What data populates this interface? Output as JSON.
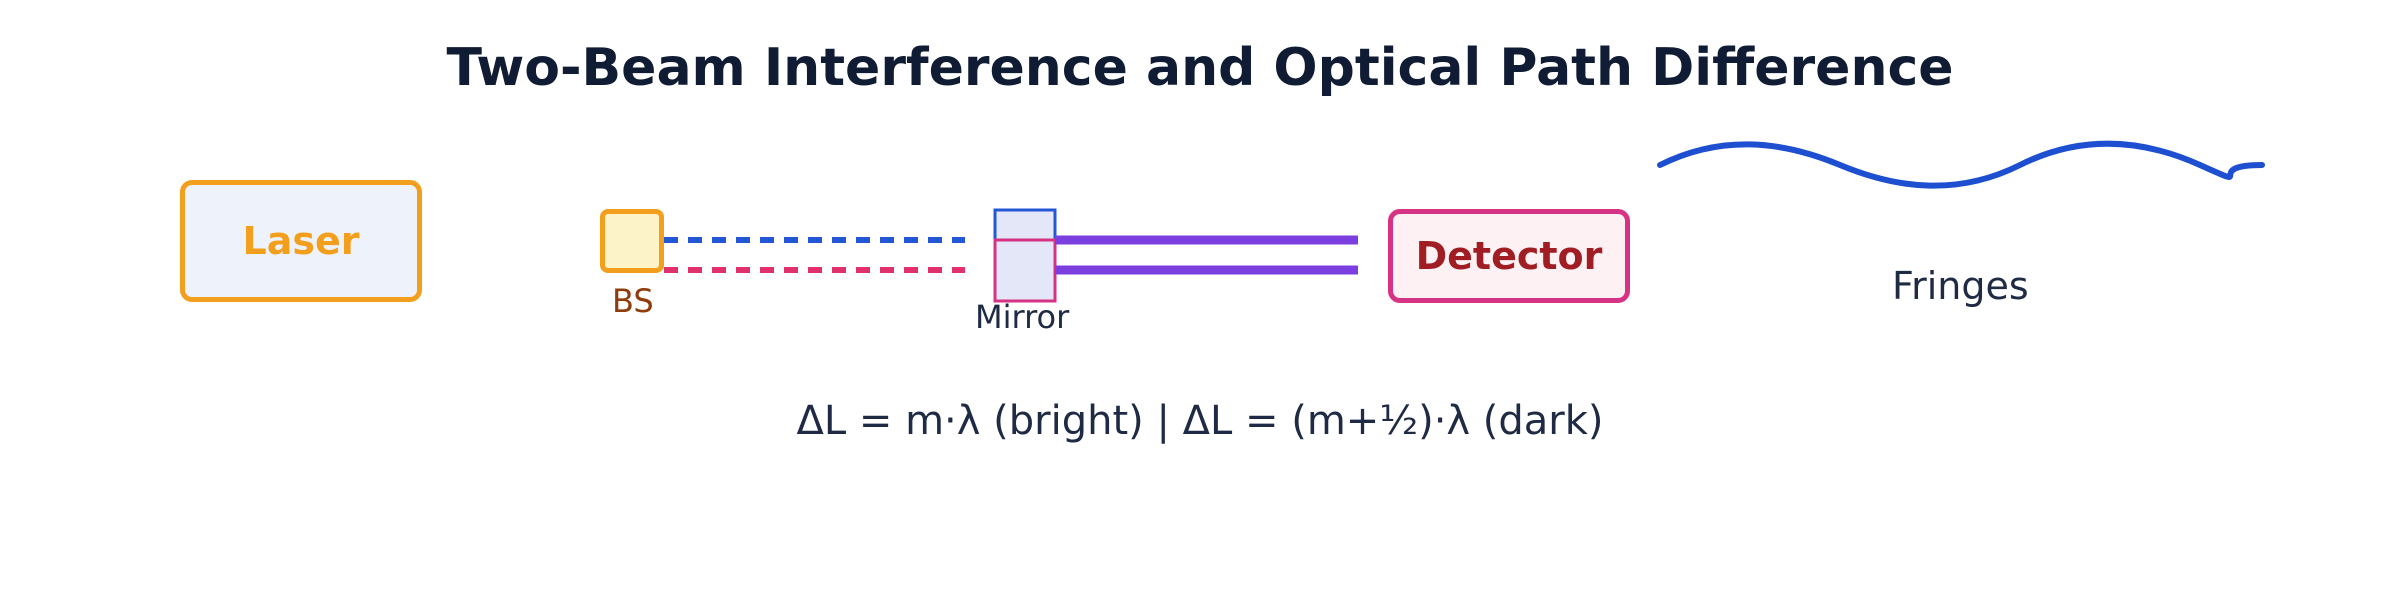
{
  "title": "Two-Beam Interference and Optical Path Difference",
  "components": {
    "laser": "Laser",
    "beam_splitter": "BS",
    "mirror": "Mirror",
    "detector": "Detector",
    "fringes": "Fringes"
  },
  "equation": "ΔL = m·λ (bright) | ΔL = (m+½)·λ (dark)",
  "colors": {
    "title": "#0f1c33",
    "laser": "#f29f1e",
    "beam_blue": "#2457d6",
    "beam_pink": "#e0316d",
    "beam_purple": "#7b3fe0",
    "detector_border": "#d63384",
    "detector_text": "#a01d24",
    "fringe_wave": "#1d4fd0"
  }
}
